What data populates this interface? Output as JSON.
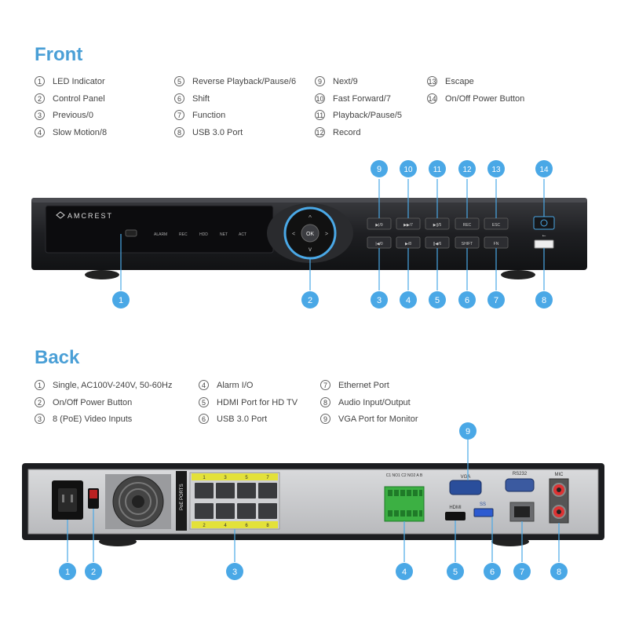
{
  "front": {
    "title": "Front",
    "legend": [
      {
        "num": "1",
        "label": "LED Indicator"
      },
      {
        "num": "2",
        "label": "Control Panel"
      },
      {
        "num": "3",
        "label": "Previous/0"
      },
      {
        "num": "4",
        "label": "Slow Motion/8"
      },
      {
        "num": "5",
        "label": "Reverse Playback/Pause/6"
      },
      {
        "num": "6",
        "label": "Shift"
      },
      {
        "num": "7",
        "label": "Function"
      },
      {
        "num": "8",
        "label": "USB 3.0 Port"
      },
      {
        "num": "9",
        "label": "Next/9"
      },
      {
        "num": "10",
        "label": "Fast Forward/7"
      },
      {
        "num": "11",
        "label": "Playback/Pause/5"
      },
      {
        "num": "12",
        "label": "Record"
      },
      {
        "num": "13",
        "label": "Escape"
      },
      {
        "num": "14",
        "label": "On/Off Power Button"
      }
    ],
    "brand": "AMCREST",
    "indicators": [
      "ALARM",
      "REC",
      "HDD",
      "NET",
      "ACT"
    ],
    "ok_label": "OK",
    "buttons_top": [
      "▶|/9",
      "▶▶/7",
      "▶||/5",
      "REC",
      "ESC"
    ],
    "buttons_bottom": [
      "|◀/0",
      "▶/8",
      "||◀/6",
      "SHIFT",
      "FN"
    ]
  },
  "back": {
    "title": "Back",
    "legend": [
      {
        "num": "1",
        "label": "Single, AC100V-240V, 50-60Hz"
      },
      {
        "num": "2",
        "label": "On/Off Power Button"
      },
      {
        "num": "3",
        "label": "8 (PoE) Video Inputs"
      },
      {
        "num": "4",
        "label": "Alarm I/O"
      },
      {
        "num": "5",
        "label": "HDMI Port for HD TV"
      },
      {
        "num": "6",
        "label": "USB 3.0 Port"
      },
      {
        "num": "7",
        "label": "Ethernet Port"
      },
      {
        "num": "8",
        "label": "Audio Input/Output"
      },
      {
        "num": "9",
        "label": "VGA Port for Monitor"
      }
    ],
    "poe_label": "PoE PORTS",
    "poe_top": [
      "1",
      "3",
      "5",
      "7"
    ],
    "poe_bottom": [
      "2",
      "4",
      "6",
      "8"
    ],
    "vga_label": "VGA",
    "hdmi_label": "HDMI",
    "usb_label": "SS",
    "rs232_label": "RS232",
    "mic_label": "MIC",
    "alarm_label": "C1 NO1 C2 NO2 A B"
  },
  "colors": {
    "accent": "#4a9fd6",
    "device": "#1e1f22"
  }
}
